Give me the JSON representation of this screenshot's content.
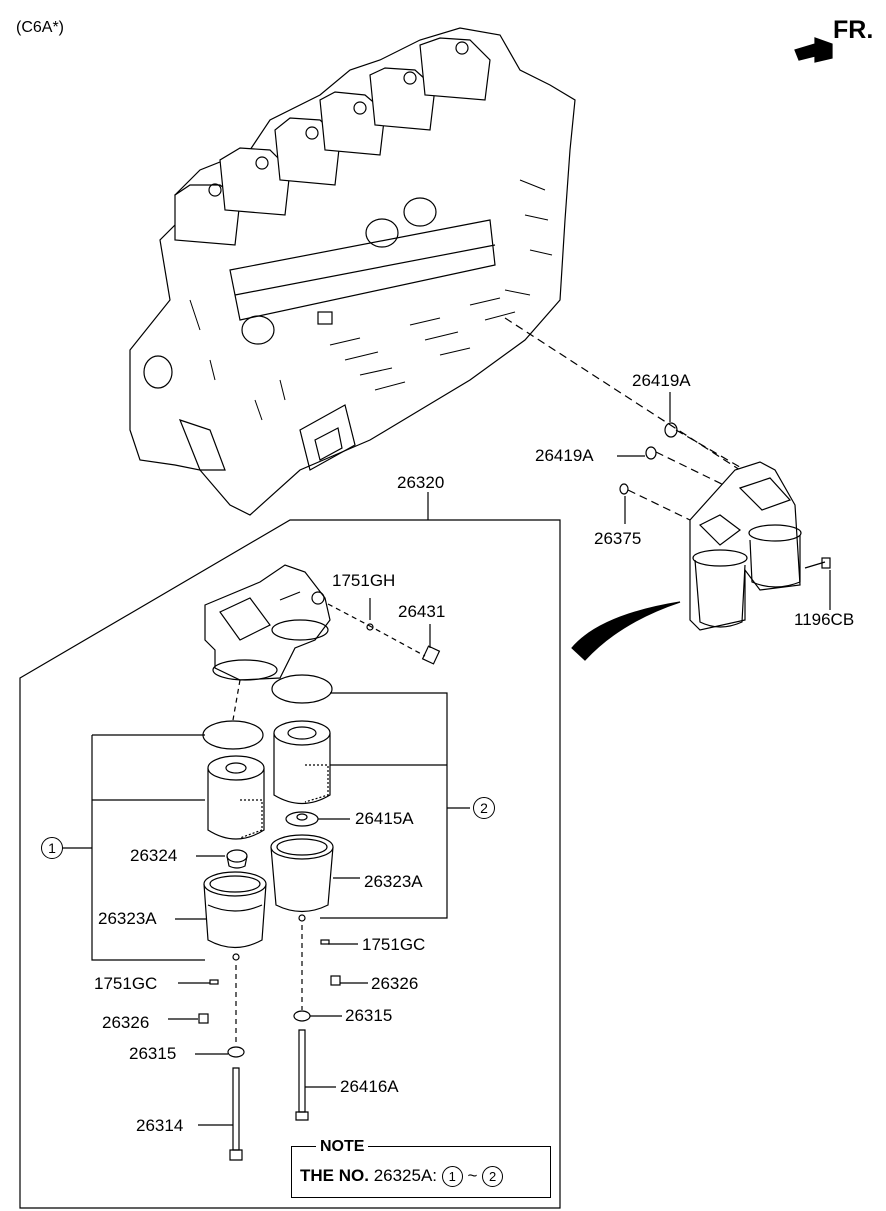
{
  "header": {
    "variant": "(C6A*)",
    "direction": "FR."
  },
  "labels": {
    "p26419A_top": "26419A",
    "p26419A_mid": "26419A",
    "p26375": "26375",
    "p1196CB": "1196CB",
    "p26320": "26320",
    "p1751GH": "1751GH",
    "p26431": "26431",
    "p26415A": "26415A",
    "p26324": "26324",
    "p26323A_right": "26323A",
    "p26323A_left": "26323A",
    "p1751GC_right": "1751GC",
    "p1751GC_left": "1751GC",
    "p26326_right": "26326",
    "p26326_left": "26326",
    "p26315_right": "26315",
    "p26315_left": "26315",
    "p26416A": "26416A",
    "p26314": "26314"
  },
  "markers": {
    "one": "1",
    "two": "2"
  },
  "note": {
    "title": "NOTE",
    "prefix": "THE NO.",
    "part": "26325A:",
    "from": "1",
    "sep": "~",
    "to": "2"
  }
}
